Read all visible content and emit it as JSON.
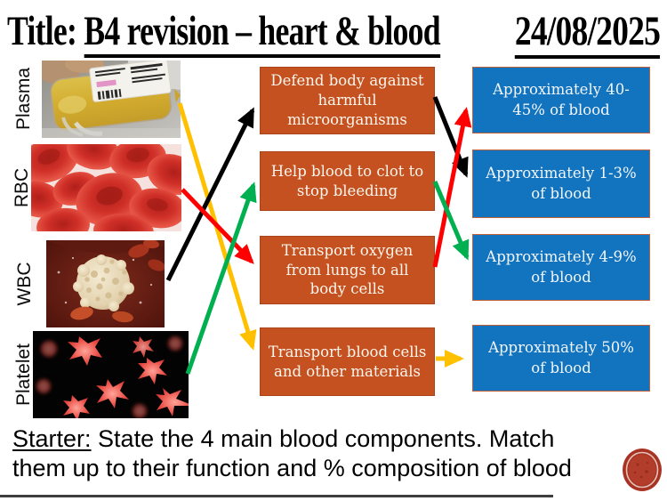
{
  "colors": {
    "function-box": "#C4511F",
    "function-border": "#A8431A",
    "percent-box": "#1273BE",
    "percent-border": "#C0603A",
    "arrow-yellow": "#FFC000",
    "arrow-black": "#000000",
    "arrow-red": "#FF0000",
    "arrow-green": "#00B050"
  },
  "title": {
    "prefix": "Title:",
    "main": "B4 revision – heart & blood",
    "date": "24/08/2025"
  },
  "components": [
    {
      "label": "Plasma",
      "image": "plasma-bag-photo"
    },
    {
      "label": "RBC",
      "image": "red-blood-cells-photo"
    },
    {
      "label": "WBC",
      "image": "white-blood-cell-photo"
    },
    {
      "label": "Platelet",
      "image": "platelets-photo"
    }
  ],
  "functions": [
    {
      "text": "Defend body against harmful microorganisms"
    },
    {
      "text": "Help blood to clot to stop bleeding"
    },
    {
      "text": "Transport oxygen from lungs to all body cells"
    },
    {
      "text": "Transport blood cells and other materials"
    }
  ],
  "percentages": [
    {
      "text": "Approximately 40-45% of blood"
    },
    {
      "text": "Approximately 1-3% of blood"
    },
    {
      "text": "Approximately 4-9% of blood"
    },
    {
      "text": "Approximately 50% of blood"
    }
  ],
  "connections": [
    {
      "color": "yellow",
      "component": "Plasma",
      "function": "Transport blood cells and other materials",
      "percentage": "Approximately 50% of blood"
    },
    {
      "color": "black",
      "component": "WBC",
      "function": "Defend body against harmful microorganisms",
      "percentage": "Approximately 1-3% of blood"
    },
    {
      "color": "red",
      "component": "RBC",
      "function": "Transport oxygen from lungs to all body cells",
      "percentage": "Approximately 40-45% of blood"
    },
    {
      "color": "green",
      "component": "Platelet",
      "function": "Help blood to clot to stop bleeding",
      "percentage": "Approximately 4-9% of blood"
    }
  ],
  "starter": {
    "label": "Starter:",
    "line1": "State the 4 main blood components. Match",
    "line2": "them up to their function and % composition of blood"
  }
}
